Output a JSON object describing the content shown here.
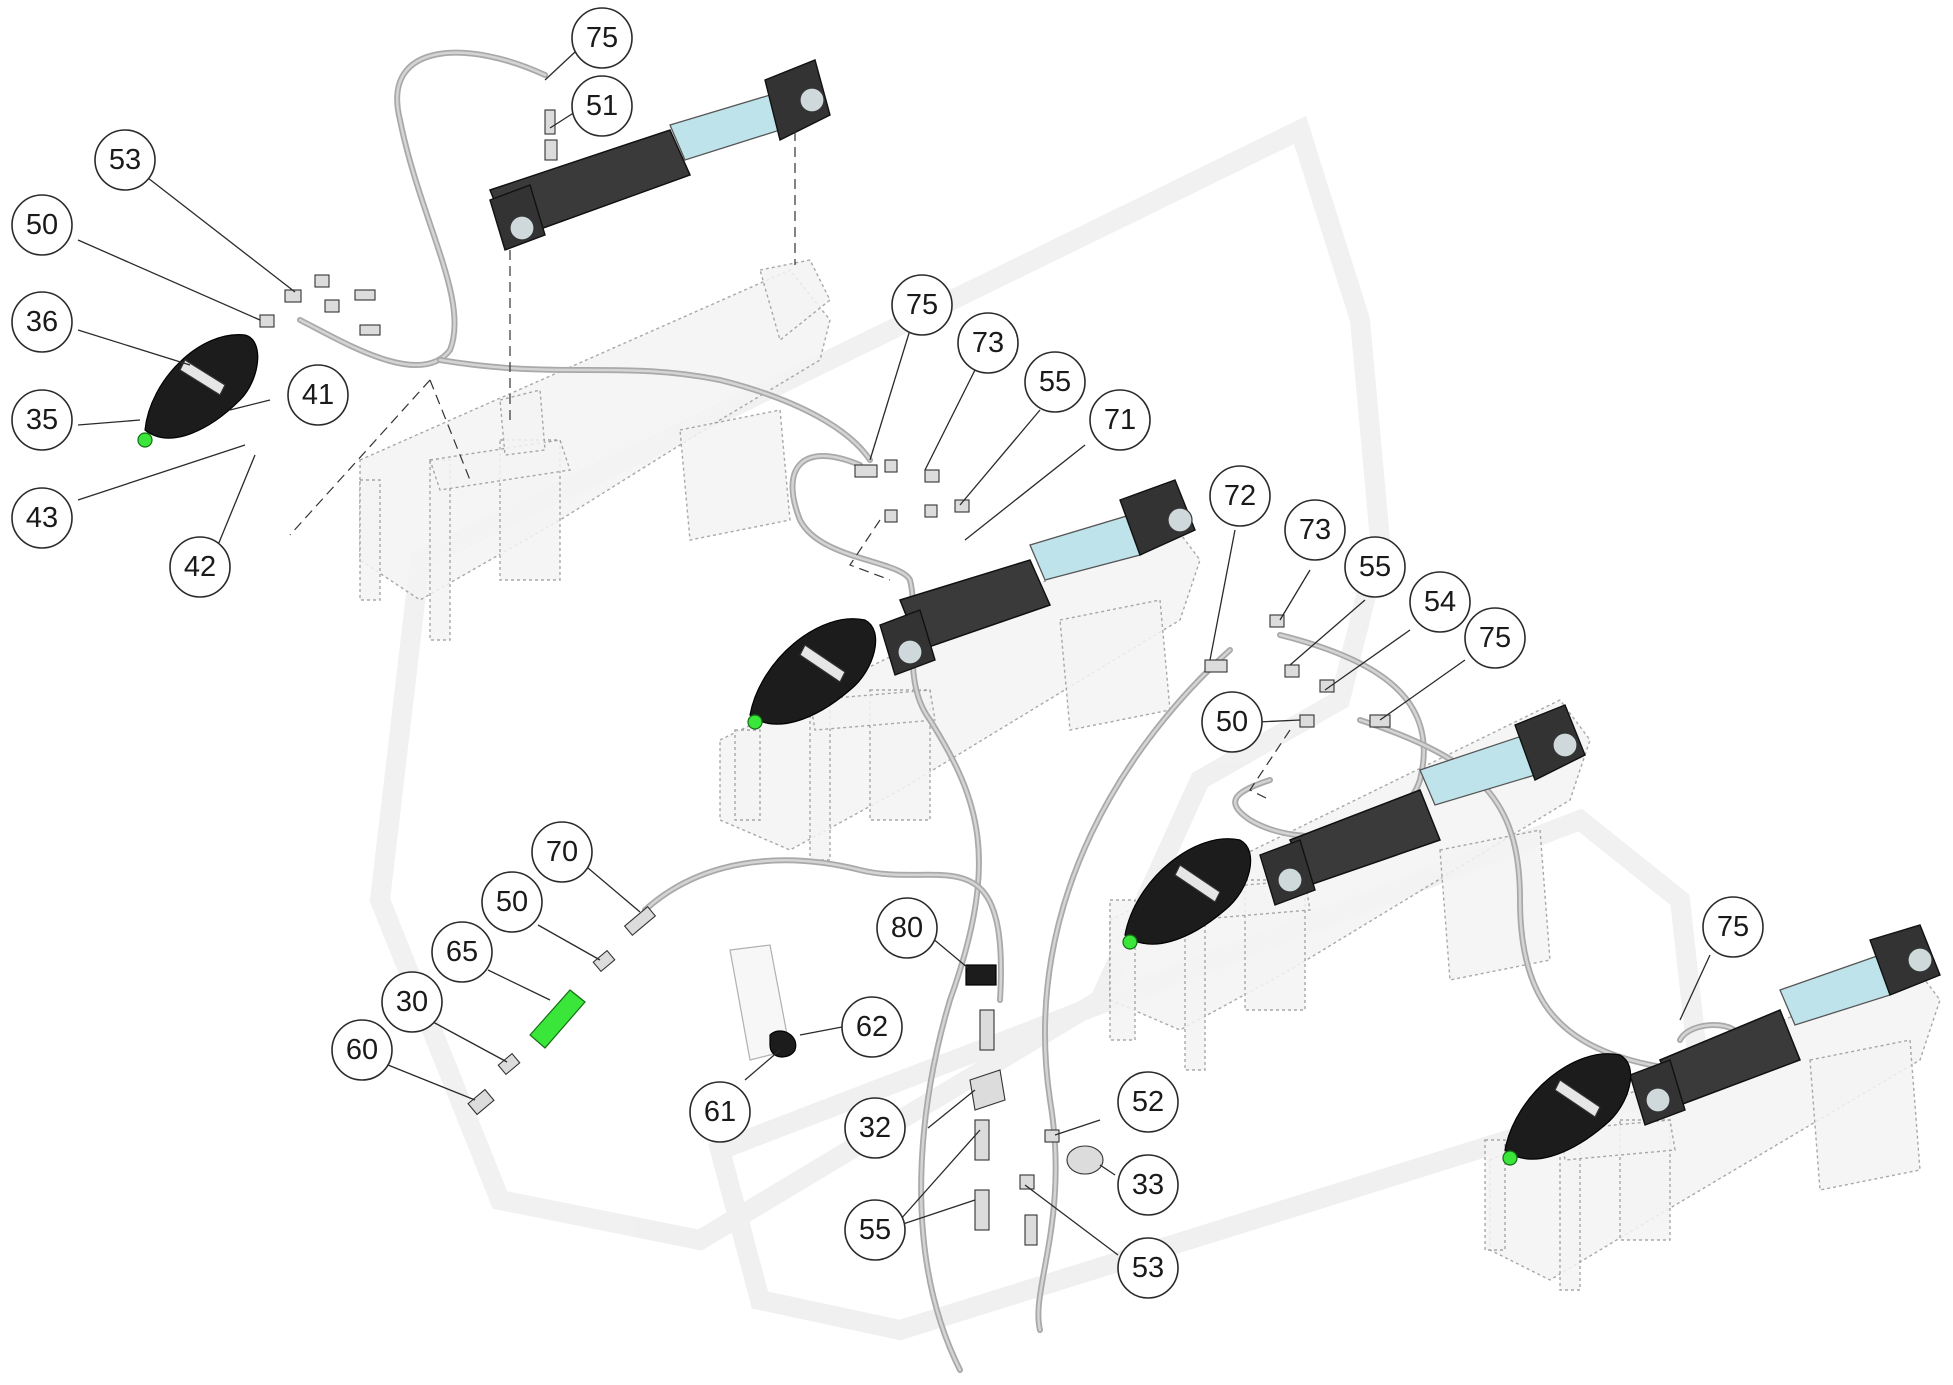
{
  "diagram": {
    "callouts": [
      {
        "label": "75"
      },
      {
        "label": "51"
      },
      {
        "label": "53"
      },
      {
        "label": "50"
      },
      {
        "label": "36"
      },
      {
        "label": "41"
      },
      {
        "label": "35"
      },
      {
        "label": "43"
      },
      {
        "label": "42"
      },
      {
        "label": "75"
      },
      {
        "label": "73"
      },
      {
        "label": "55"
      },
      {
        "label": "71"
      },
      {
        "label": "72"
      },
      {
        "label": "73"
      },
      {
        "label": "55"
      },
      {
        "label": "54"
      },
      {
        "label": "75"
      },
      {
        "label": "50"
      },
      {
        "label": "70"
      },
      {
        "label": "50"
      },
      {
        "label": "65"
      },
      {
        "label": "30"
      },
      {
        "label": "60"
      },
      {
        "label": "80"
      },
      {
        "label": "62"
      },
      {
        "label": "61"
      },
      {
        "label": "32"
      },
      {
        "label": "52"
      },
      {
        "label": "33"
      },
      {
        "label": "55"
      },
      {
        "label": "53"
      },
      {
        "label": "75"
      }
    ],
    "colors": {
      "rod": "#bfe3ea",
      "cylinder_body": "#3a3a3a",
      "accumulator_cap": "#39e639",
      "hose": "#a9a9a9",
      "frame": "#f4f4f4"
    }
  }
}
